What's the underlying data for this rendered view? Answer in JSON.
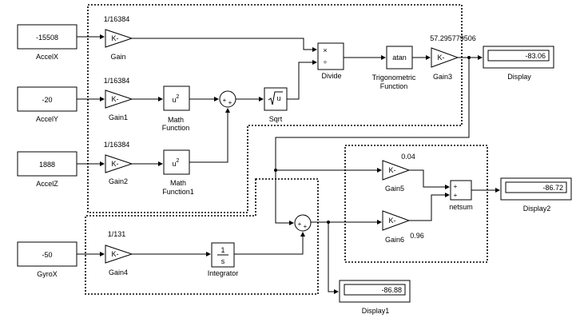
{
  "constants": {
    "accelx": {
      "value": "-15508",
      "label": "AccelX"
    },
    "accely": {
      "value": "-20",
      "label": "AccelY"
    },
    "accelz": {
      "value": "1888",
      "label": "AccelZ"
    },
    "gyrox": {
      "value": "-50",
      "label": "GyroX"
    }
  },
  "gains": {
    "gain": {
      "value": "1/16384",
      "label": "Gain",
      "glyph": "K-"
    },
    "gain1": {
      "value": "1/16384",
      "label": "Gain1",
      "glyph": "K-"
    },
    "gain2": {
      "value": "1/16384",
      "label": "Gain2",
      "glyph": "K-"
    },
    "gain3": {
      "value": "57.295779506",
      "label": "Gain3",
      "glyph": "K-"
    },
    "gain4": {
      "value": "1/131",
      "label": "Gain4",
      "glyph": "K-"
    },
    "gain5": {
      "value": "0.04",
      "label": "Gain5",
      "glyph": "K-"
    },
    "gain6": {
      "value": "0.96",
      "label": "Gain6",
      "glyph": "K-"
    }
  },
  "math": {
    "mf": {
      "label1": "Math",
      "label2": "Function",
      "glyph": "u",
      "sup": "2"
    },
    "mf1": {
      "label1": "Math",
      "label2": "Function1",
      "glyph": "u",
      "sup": "2"
    }
  },
  "sqrt": {
    "label": "Sqrt",
    "glyph": "u"
  },
  "divide": {
    "label": "Divide",
    "sym_top": "×",
    "sym_bot": "÷"
  },
  "trig": {
    "glyph": "atan",
    "label1": "Trigonometric",
    "label2": "Function"
  },
  "integrator": {
    "label": "Integrator",
    "num": "1",
    "den": "s"
  },
  "netsum": {
    "label": "netsum",
    "plus1": "+",
    "plus2": "+"
  },
  "sum_signs": {
    "plus": "+"
  },
  "displays": {
    "display": {
      "value": "-83.06",
      "label": "Display"
    },
    "display1": {
      "value": "-86.88",
      "label": "Display1"
    },
    "display2": {
      "value": "-86.72",
      "label": "Display2"
    }
  }
}
